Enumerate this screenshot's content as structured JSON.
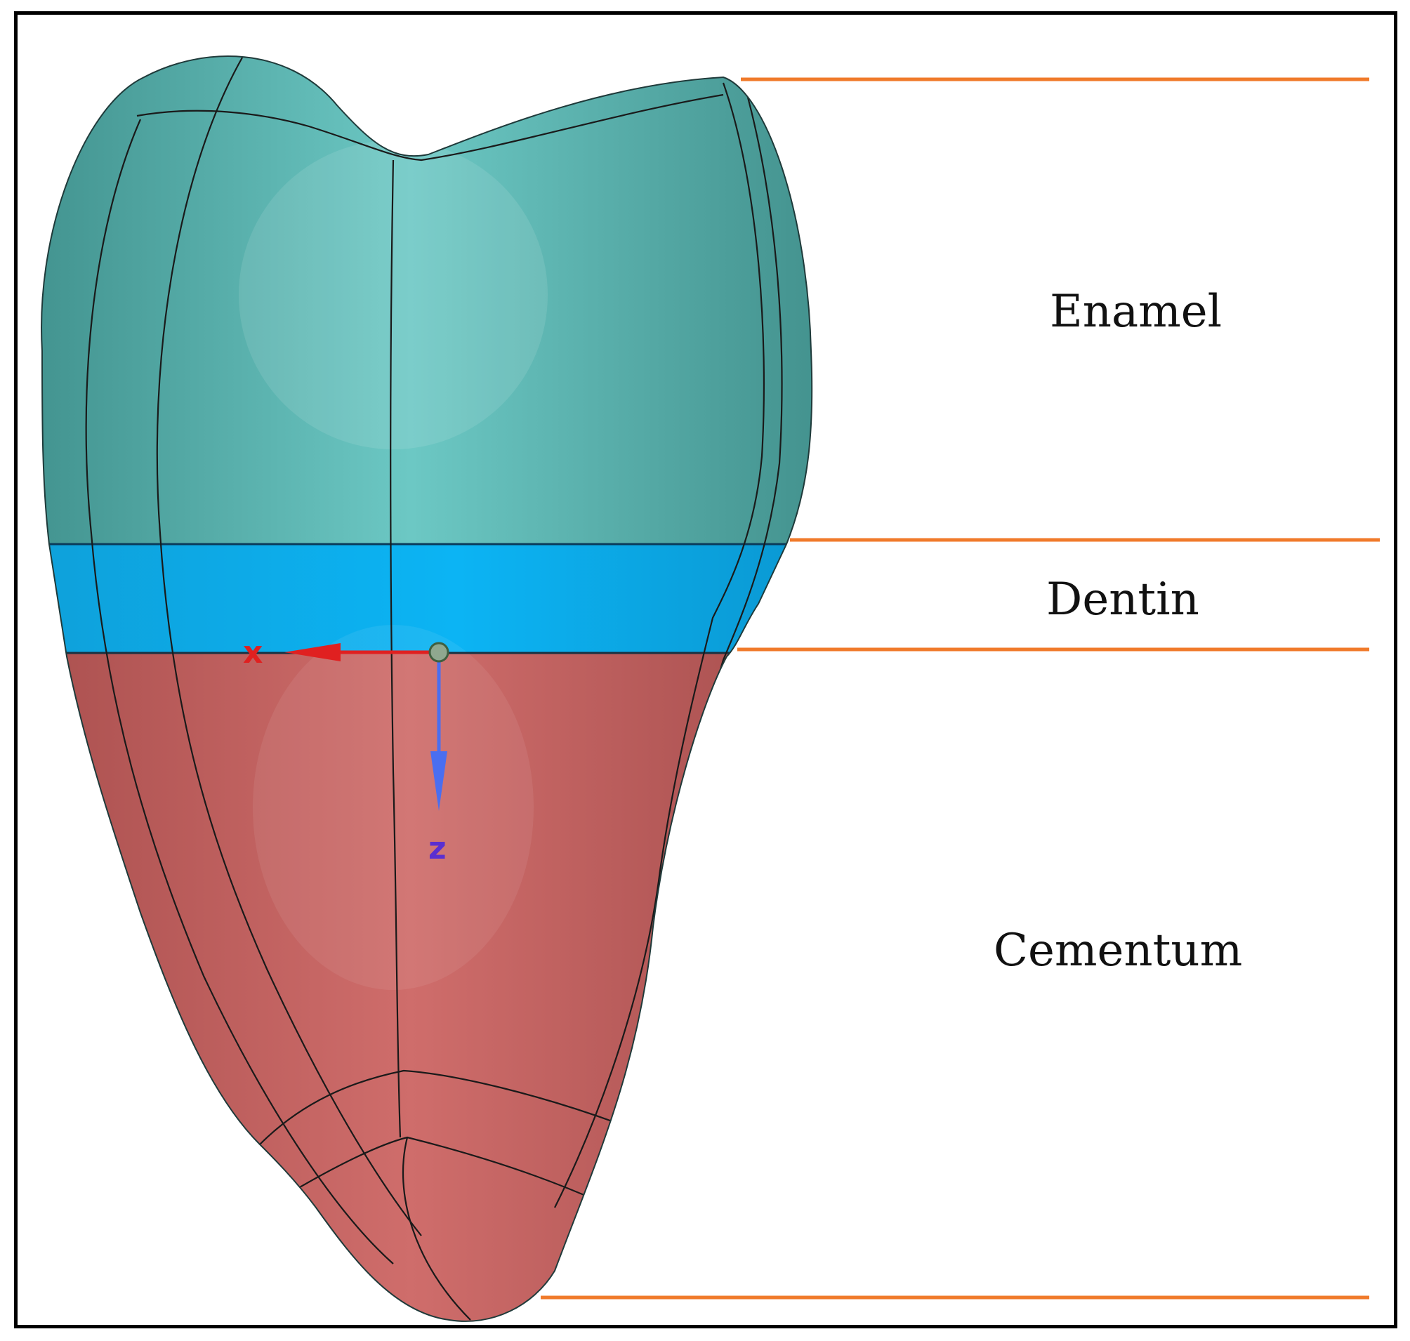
{
  "layers": [
    {
      "id": "enamel",
      "label": "Enamel",
      "color": "#5fb8b4"
    },
    {
      "id": "dentin",
      "label": "Dentin",
      "color": "#08aef0"
    },
    {
      "id": "cementum",
      "label": "Cementum",
      "color": "#c06260"
    }
  ],
  "axes": {
    "x": {
      "label": "x",
      "color": "#e02020"
    },
    "z": {
      "label": "z",
      "color": "#4a6ef0"
    }
  },
  "colors": {
    "boundary_lines": "#f07a2a",
    "frame": "#000000",
    "mesh_lines": "#1a1a1a"
  }
}
